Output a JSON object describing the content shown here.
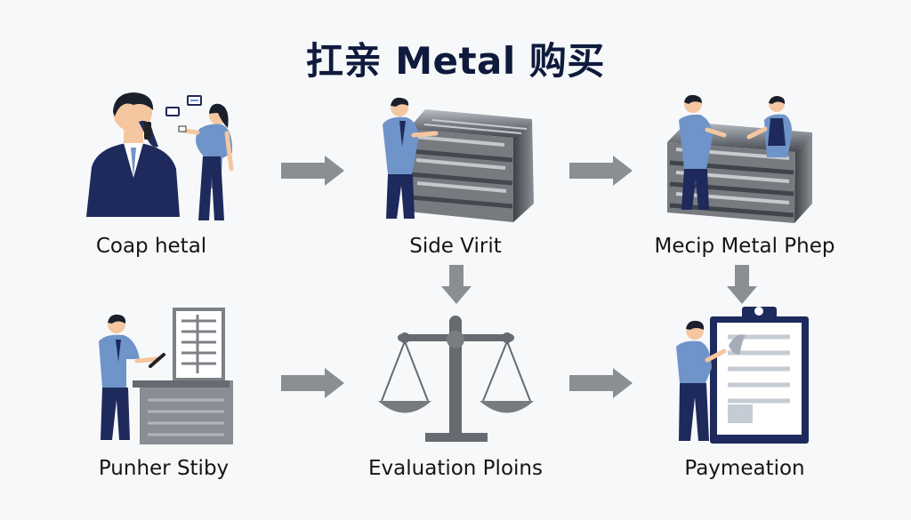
{
  "title": "扛亲 Metal 购买",
  "steps": [
    {
      "label": "Coap hetal"
    },
    {
      "label": "Side Virit"
    },
    {
      "label": "Mecip Metal Phep"
    },
    {
      "label": "Punher Stiby"
    },
    {
      "label": "Evaluation Ploins"
    },
    {
      "label": "Paymeation"
    }
  ],
  "colors": {
    "navy": "#1e2a5c",
    "shirt": "#6f94c9",
    "metal": "#777b80",
    "arrow": "#8b8e92",
    "paper": "#e6eaf0"
  }
}
